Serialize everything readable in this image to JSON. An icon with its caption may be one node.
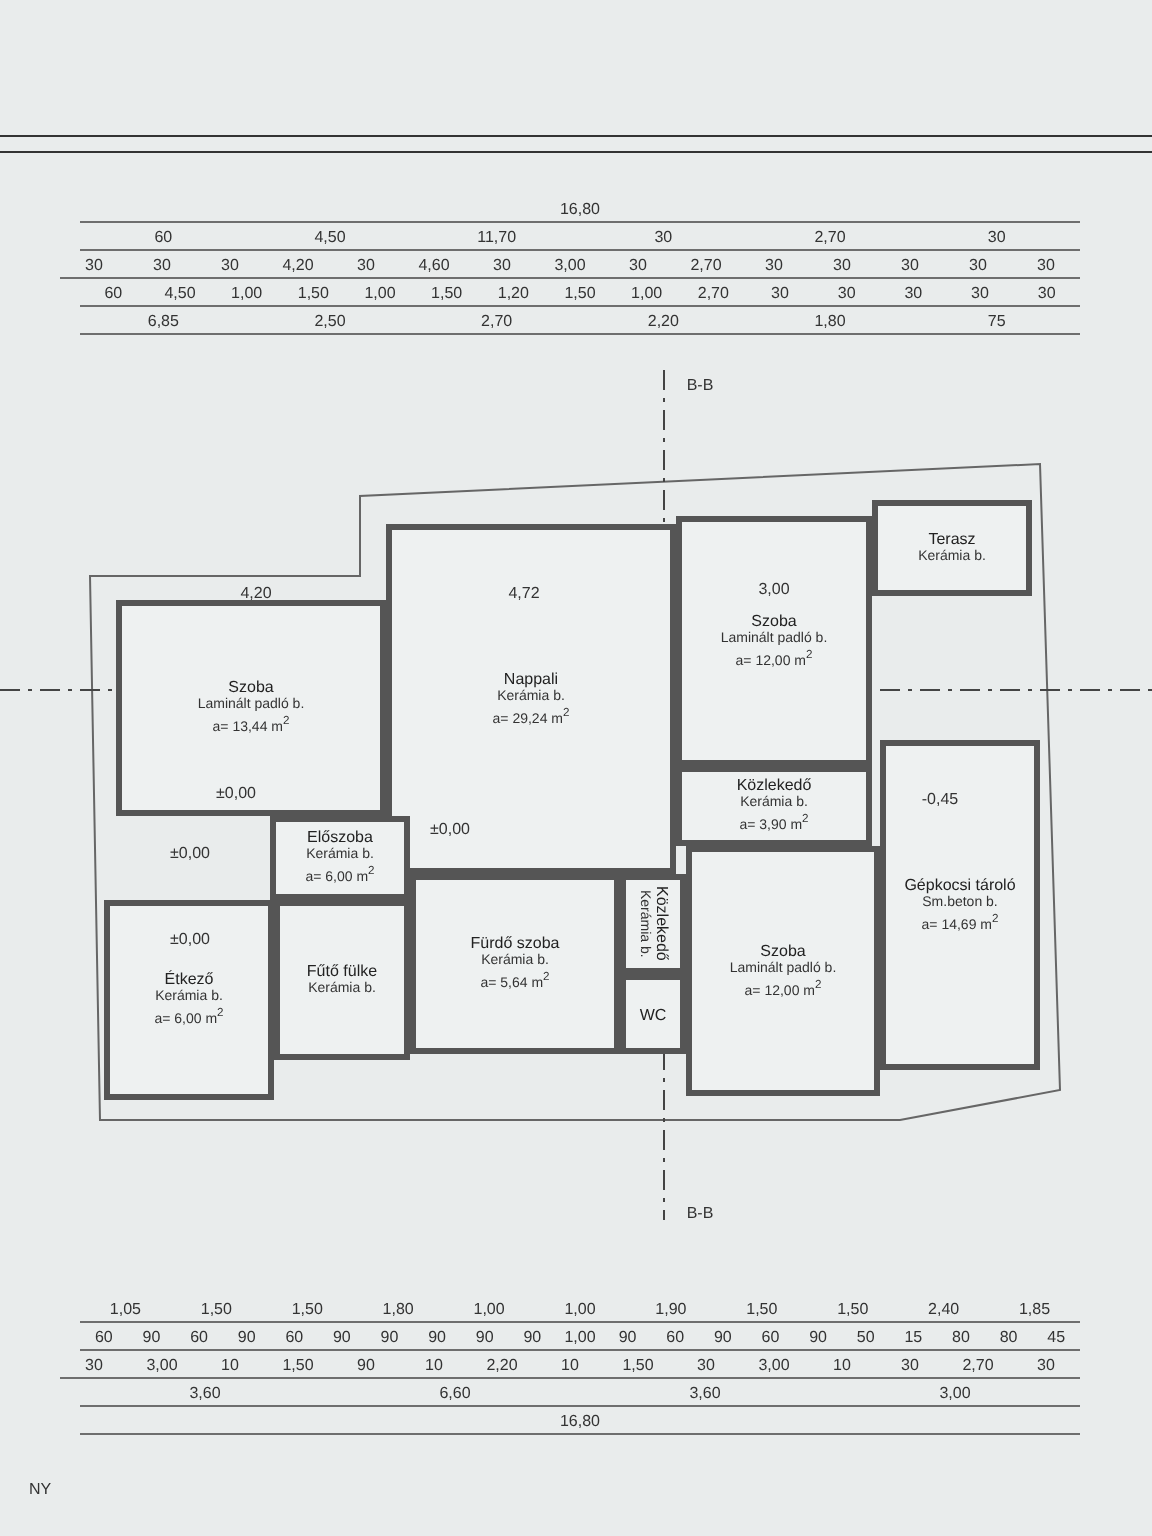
{
  "diagram": {
    "nodes": [
      {
        "text": [
          "Szoba",
          "Laminált padló b.",
          "a= 13,44 m$^{2}$"
        ]
      },
      {
        "text": [
          "Nappali",
          "Kerámia b.",
          "a= 29,24 m$^{2}$"
        ]
      },
      {
        "text": [
          "Szoba",
          "Laminált padló b.",
          "a= 12,00 m$^{2}$"
        ]
      },
      {
        "text": [
          "Terasz",
          "Kerámia b."
        ]
      },
      {
        "text": [
          "Előszoba",
          "Kerámia b.",
          "a= 6,00 m$^{2}$"
        ]
      },
      {
        "text": [
          "Közlekedő",
          "Kerámia b.",
          "a= 3,90 m$^{2}$"
        ]
      },
      {
        "text": [
          "Étkező",
          "Kerámia b.",
          "a= 6,00 m$^{2}$"
        ]
      },
      {
        "text": [
          "Fűtő fülke",
          "Kerámia b."
        ]
      },
      {
        "text": [
          "Fürdő szoba",
          "Kerámia b.",
          "a= 5,64 m$^{2}$"
        ]
      },
      {
        "text": [
          "Közlekedő",
          "Kerámia b."
        ]
      },
      {
        "text": [
          "WC"
        ]
      },
      {
        "text": [
          "Szoba",
          "Laminált padló b.",
          "a= 12,00 m$^{2}$"
        ]
      },
      {
        "text": [
          "Gépkocsi tároló",
          "Sm.beton b.",
          "a= 14,69 m$^{2}$"
        ]
      }
    ],
    "edges": [],
    "labels": [
      "16,80",
      "60",
      "4,50",
      "11,70",
      "30",
      "2,70",
      "30",
      "30",
      "30",
      "30",
      "4,20",
      "30",
      "4,60",
      "30",
      "3,00",
      "30",
      "2,70",
      "30",
      "30",
      "30",
      "30",
      "30",
      "60",
      "4,50",
      "1,00",
      "1,50",
      "1,00",
      "1,50",
      "1,20",
      "1,50",
      "1,00",
      "2,70",
      "30",
      "30",
      "30",
      "30",
      "30",
      "6,85",
      "2,50",
      "2,70",
      "2,20",
      "1,80",
      "75",
      "4,20",
      "4,72",
      "3,00",
      "±0,00",
      "±0,00",
      "±0,00",
      "±0,00",
      "-0,45",
      "B-B",
      "B-B",
      "1,05",
      "1,50",
      "1,50",
      "1,80",
      "1,00",
      "1,00",
      "1,90",
      "1,50",
      "1,50",
      "2,40",
      "1,85",
      "60",
      "90",
      "60",
      "90",
      "60",
      "90",
      "90",
      "90",
      "90",
      "90",
      "1,00",
      "90",
      "60",
      "90",
      "60",
      "90",
      "50",
      "15",
      "80",
      "80",
      "45",
      "30",
      "3,00",
      "10",
      "1,50",
      "90",
      "10",
      "2,20",
      "10",
      "1,50",
      "30",
      "3,00",
      "10",
      "30",
      "2,70",
      "30",
      "3,60",
      "6,60",
      "3,60",
      "3,00",
      "16,80",
      "NY"
    ]
  }
}
